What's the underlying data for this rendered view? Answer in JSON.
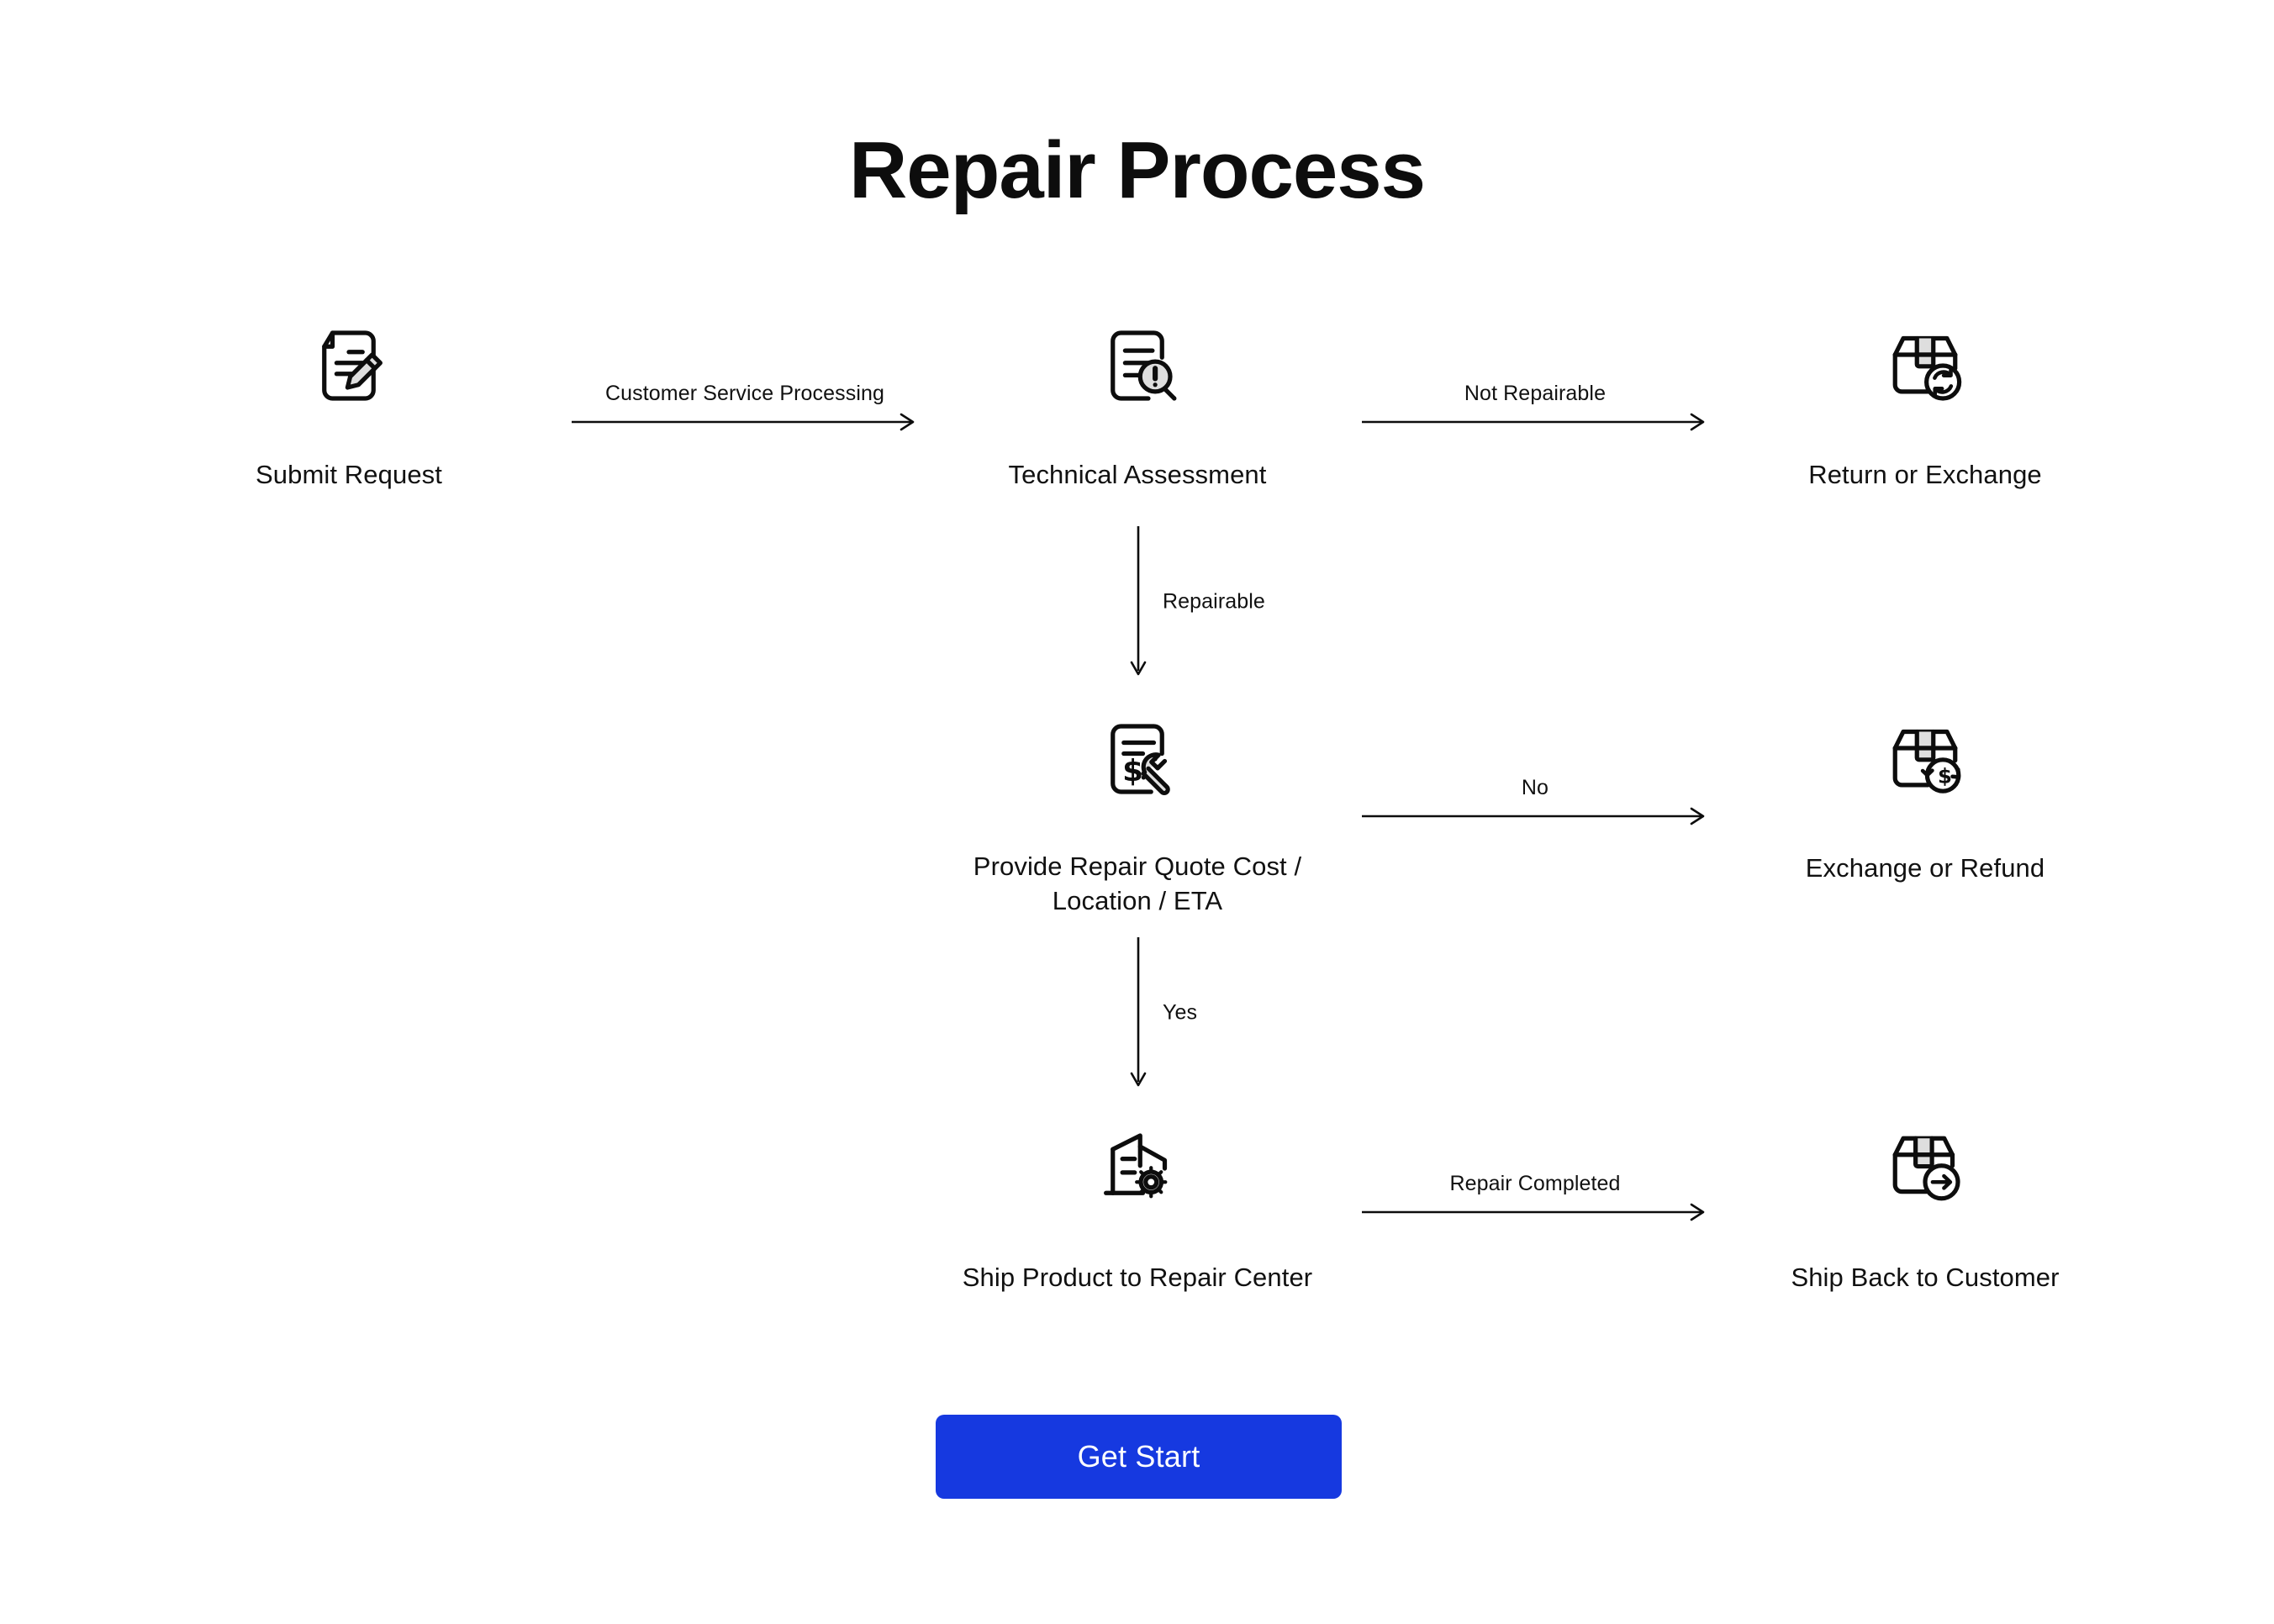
{
  "page": {
    "title": "Repair Process",
    "background_color": "#ffffff",
    "text_color": "#111111",
    "accent_color": "#1639E0"
  },
  "flow": {
    "nodes": [
      {
        "id": "submit-request",
        "label": "Submit Request",
        "icon": "document-pencil-icon"
      },
      {
        "id": "technical-assessment",
        "label": "Technical Assessment",
        "icon": "document-magnifier-alert-icon"
      },
      {
        "id": "return-or-exchange",
        "label": "Return or Exchange",
        "icon": "box-refresh-icon"
      },
      {
        "id": "repair-quote",
        "label": "Provide Repair Quote Cost /",
        "label_line2": "Location / ETA",
        "icon": "document-dollar-wrench-icon"
      },
      {
        "id": "exchange-or-refund",
        "label": "Exchange or Refund",
        "icon": "box-dollar-refund-icon"
      },
      {
        "id": "ship-to-center",
        "label": "Ship Product to Repair Center",
        "icon": "factory-gear-icon"
      },
      {
        "id": "ship-back-customer",
        "label": "Ship Back to Customer",
        "icon": "box-arrow-right-icon"
      }
    ],
    "edges": [
      {
        "id": "cs-processing",
        "label": "Customer Service Processing",
        "direction": "right",
        "from": "submit-request",
        "to": "technical-assessment"
      },
      {
        "id": "not-repairable",
        "label": "Not Repairable",
        "direction": "right",
        "from": "technical-assessment",
        "to": "return-or-exchange"
      },
      {
        "id": "repairable",
        "label": "Repairable",
        "direction": "down",
        "from": "technical-assessment",
        "to": "repair-quote"
      },
      {
        "id": "no",
        "label": "No",
        "direction": "right",
        "from": "repair-quote",
        "to": "exchange-or-refund"
      },
      {
        "id": "yes",
        "label": "Yes",
        "direction": "down",
        "from": "repair-quote",
        "to": "ship-to-center"
      },
      {
        "id": "repair-done",
        "label": "Repair Completed",
        "direction": "right",
        "from": "ship-to-center",
        "to": "ship-back-customer"
      }
    ]
  },
  "cta": {
    "label": "Get Start"
  }
}
